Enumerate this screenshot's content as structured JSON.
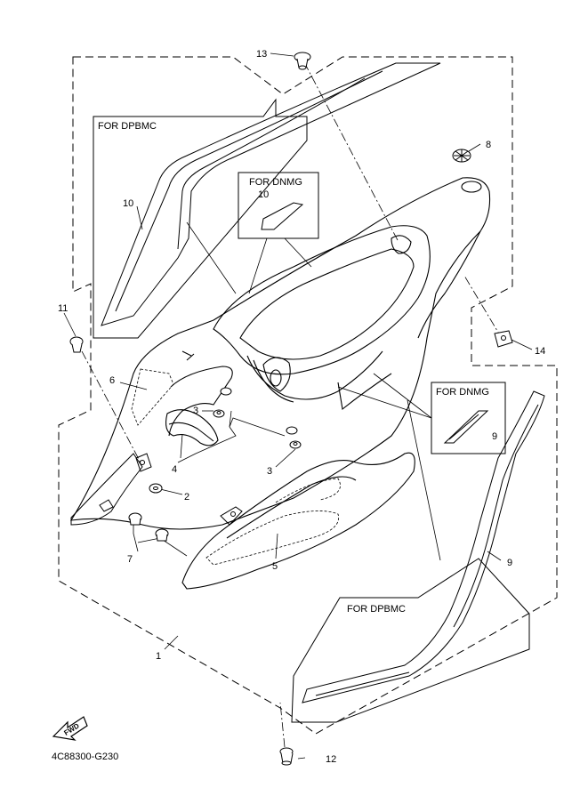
{
  "diagram": {
    "part_code": "4C88300-G230",
    "fwd_label": "FWD",
    "variant_labels": {
      "top_left": "FOR DPBMC",
      "top_center": "FOR DNMG",
      "right_center": "FOR DNMG",
      "bottom_right": "FOR DPBMC"
    },
    "callouts": {
      "c1": "1",
      "c2": "2",
      "c3a": "3",
      "c3b": "3",
      "c4": "4",
      "c5": "5",
      "c6": "6",
      "c7": "7",
      "c8": "8",
      "c9a": "9",
      "c9b": "9",
      "c10a": "10",
      "c10b": "10",
      "c11": "11",
      "c12": "12",
      "c13": "13",
      "c14": "14"
    }
  }
}
